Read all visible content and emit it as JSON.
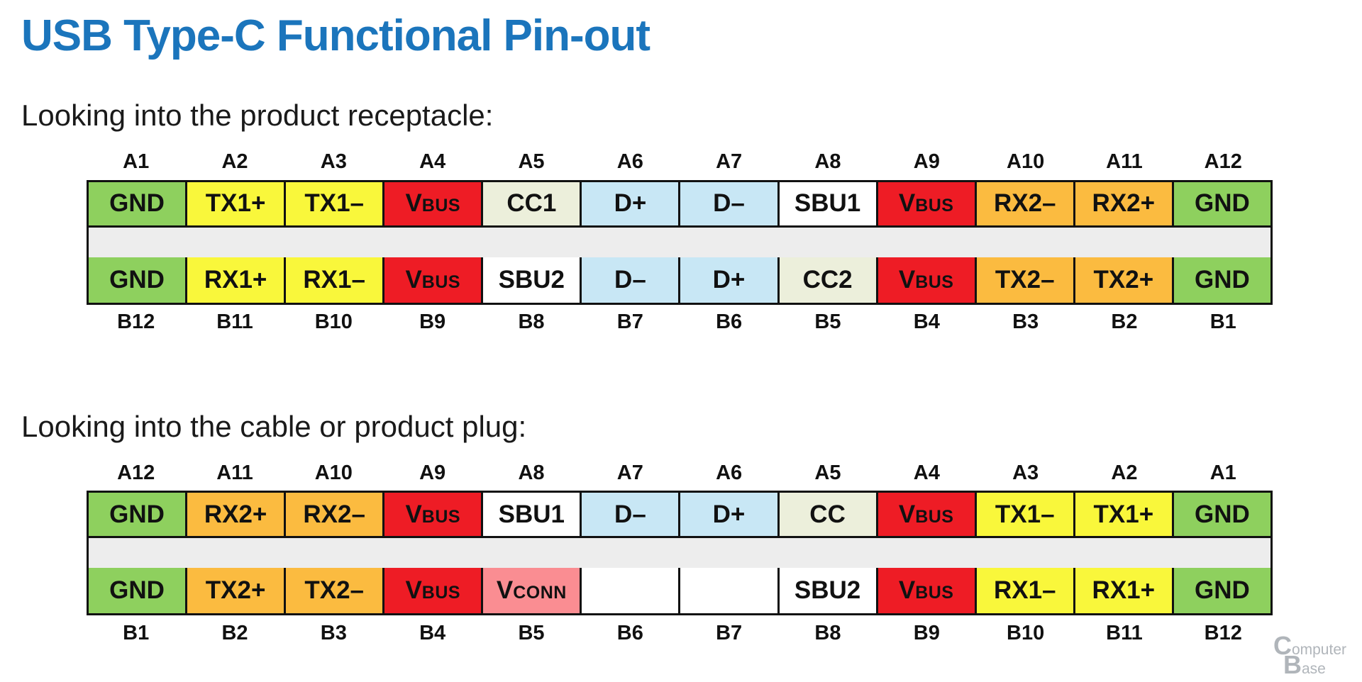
{
  "title": "USB Type-C Functional Pin-out",
  "colors": {
    "title_blue": "#1b75bc",
    "green": "#8ed05e",
    "yellow": "#f9f73b",
    "red": "#ee1c25",
    "orange": "#fbbb40",
    "pale_green": "#ecefdb",
    "light_blue": "#c8e7f5",
    "white": "#ffffff",
    "pink": "#fa8d92",
    "spacer_gray": "#ededed"
  },
  "sections": [
    {
      "heading": "Looking into the product receptacle:",
      "top_pin_labels": [
        "A1",
        "A2",
        "A3",
        "A4",
        "A5",
        "A6",
        "A7",
        "A8",
        "A9",
        "A10",
        "A11",
        "A12"
      ],
      "top_row": [
        {
          "text": "GND",
          "color": "green"
        },
        {
          "text": "TX1+",
          "color": "yellow"
        },
        {
          "text": "TX1–",
          "color": "yellow"
        },
        {
          "text": "V",
          "small": "BUS",
          "color": "red"
        },
        {
          "text": "CC1",
          "color": "pale_green"
        },
        {
          "text": "D+",
          "color": "light_blue"
        },
        {
          "text": "D–",
          "color": "light_blue"
        },
        {
          "text": "SBU1",
          "color": "white"
        },
        {
          "text": "V",
          "small": "BUS",
          "color": "red"
        },
        {
          "text": "RX2–",
          "color": "orange"
        },
        {
          "text": "RX2+",
          "color": "orange"
        },
        {
          "text": "GND",
          "color": "green"
        }
      ],
      "bottom_row": [
        {
          "text": "GND",
          "color": "green"
        },
        {
          "text": "RX1+",
          "color": "yellow"
        },
        {
          "text": "RX1–",
          "color": "yellow"
        },
        {
          "text": "V",
          "small": "BUS",
          "color": "red"
        },
        {
          "text": "SBU2",
          "color": "white"
        },
        {
          "text": "D–",
          "color": "light_blue"
        },
        {
          "text": "D+",
          "color": "light_blue"
        },
        {
          "text": "CC2",
          "color": "pale_green"
        },
        {
          "text": "V",
          "small": "BUS",
          "color": "red"
        },
        {
          "text": "TX2–",
          "color": "orange"
        },
        {
          "text": "TX2+",
          "color": "orange"
        },
        {
          "text": "GND",
          "color": "green"
        }
      ],
      "bottom_pin_labels": [
        "B12",
        "B11",
        "B10",
        "B9",
        "B8",
        "B7",
        "B6",
        "B5",
        "B4",
        "B3",
        "B2",
        "B1"
      ]
    },
    {
      "heading": "Looking into the cable or product plug:",
      "top_pin_labels": [
        "A12",
        "A11",
        "A10",
        "A9",
        "A8",
        "A7",
        "A6",
        "A5",
        "A4",
        "A3",
        "A2",
        "A1"
      ],
      "top_row": [
        {
          "text": "GND",
          "color": "green"
        },
        {
          "text": "RX2+",
          "color": "orange"
        },
        {
          "text": "RX2–",
          "color": "orange"
        },
        {
          "text": "V",
          "small": "BUS",
          "color": "red"
        },
        {
          "text": "SBU1",
          "color": "white"
        },
        {
          "text": "D–",
          "color": "light_blue"
        },
        {
          "text": "D+",
          "color": "light_blue"
        },
        {
          "text": "CC",
          "color": "pale_green"
        },
        {
          "text": "V",
          "small": "BUS",
          "color": "red"
        },
        {
          "text": "TX1–",
          "color": "yellow"
        },
        {
          "text": "TX1+",
          "color": "yellow"
        },
        {
          "text": "GND",
          "color": "green"
        }
      ],
      "bottom_row": [
        {
          "text": "GND",
          "color": "green"
        },
        {
          "text": "TX2+",
          "color": "orange"
        },
        {
          "text": "TX2–",
          "color": "orange"
        },
        {
          "text": "V",
          "small": "BUS",
          "color": "red"
        },
        {
          "text": "V",
          "small": "CONN",
          "color": "pink"
        },
        {
          "text": "",
          "color": "white"
        },
        {
          "text": "",
          "color": "white"
        },
        {
          "text": "SBU2",
          "color": "white"
        },
        {
          "text": "V",
          "small": "BUS",
          "color": "red"
        },
        {
          "text": "RX1–",
          "color": "yellow"
        },
        {
          "text": "RX1+",
          "color": "yellow"
        },
        {
          "text": "GND",
          "color": "green"
        }
      ],
      "bottom_pin_labels": [
        "B1",
        "B2",
        "B3",
        "B4",
        "B5",
        "B6",
        "B7",
        "B8",
        "B9",
        "B10",
        "B11",
        "B12"
      ]
    }
  ],
  "watermark": {
    "big1": "C",
    "rest1": "omputer",
    "big2": "B",
    "rest2": "ase"
  }
}
